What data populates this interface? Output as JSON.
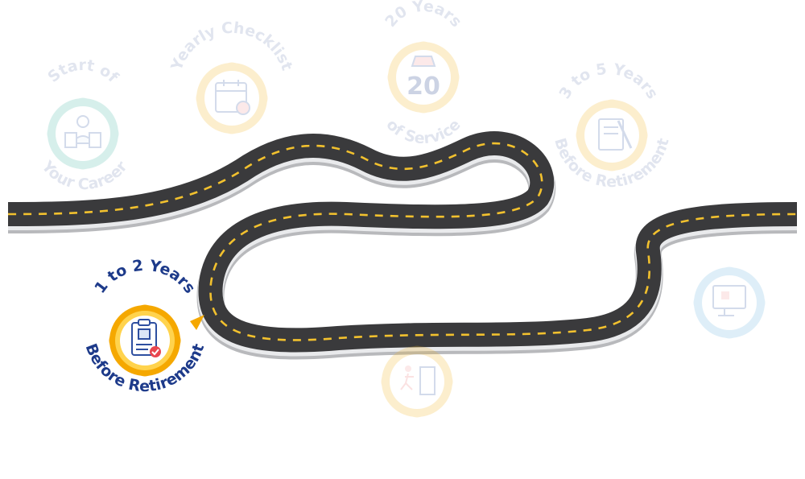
{
  "milestones": [
    {
      "id": "start",
      "label_top": "Start of",
      "label_bottom": "Your Career",
      "icon": "career-person-icon",
      "ring_color": "#4BB8A9",
      "active": false
    },
    {
      "id": "yearly",
      "label_top": "Yearly Checklist",
      "label_bottom": "",
      "icon": "calendar-checklist-icon",
      "ring_color": "#F2B420",
      "active": false
    },
    {
      "id": "twenty",
      "label_top": "20 Years",
      "label_bottom": "of Service",
      "badge_number": "20",
      "icon": "firefighter-badge-icon",
      "ring_color": "#F2B420",
      "active": false
    },
    {
      "id": "three-five",
      "label_top": "3 to 5 Years",
      "label_bottom": "Before Retirement",
      "icon": "document-pen-icon",
      "ring_color": "#F2B420",
      "active": false
    },
    {
      "id": "one-two",
      "label_top": "1 to 2 Years",
      "label_bottom": "Before Retirement",
      "icon": "clipboard-check-icon",
      "ring_color": "#F5A800",
      "active": true
    },
    {
      "id": "exit",
      "label_top": "",
      "label_bottom": "",
      "icon": "running-exit-icon",
      "ring_color": "#F2B420",
      "active": false
    },
    {
      "id": "finance",
      "label_top": "",
      "label_bottom": "",
      "icon": "computer-money-icon",
      "ring_color": "#6FB7E0",
      "active": false
    }
  ],
  "colors": {
    "label_text": "#1D3A8A",
    "faded_label": "#7B8DB8",
    "road": "#3A3A3C",
    "road_edge": "#D9DADC",
    "lane_dash": "#F2C12E",
    "pointer": "#F5A800"
  }
}
